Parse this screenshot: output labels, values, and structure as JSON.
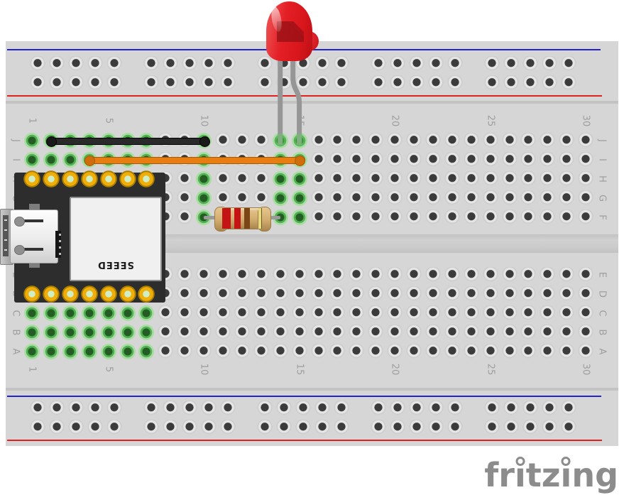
{
  "logo": {
    "text": "fritzing",
    "color": "#8c8c8c"
  },
  "breadboard": {
    "body_color": "#d6d6d6",
    "rail_blue_color": "#2323cb",
    "rail_red_color": "#dd2222",
    "columns": 30,
    "column_label_numbers": [
      1,
      5,
      10,
      15,
      20,
      25,
      30
    ],
    "upper_row_labels": [
      "J",
      "I",
      "H",
      "G",
      "F"
    ],
    "lower_row_labels": [
      "E",
      "D",
      "C",
      "B",
      "A"
    ],
    "rail_hole_groups": 5,
    "holes_per_group": 5,
    "connected_upper_columns": [
      1,
      2,
      3,
      4,
      5,
      6,
      7,
      10,
      14,
      15
    ],
    "connected_lower_columns": [
      1,
      2,
      3,
      4,
      5,
      6,
      7
    ],
    "connected_hole_color": "#53b053"
  },
  "components": {
    "xiao": {
      "name": "Seeeduino XIAO",
      "chip_label": "SEEED",
      "board_color": "#2d2d2d",
      "pin_color": "#efae0a",
      "top_pin_row": "H",
      "bottom_pin_row": "D",
      "pin_columns": [
        1,
        2,
        3,
        4,
        5,
        6,
        7
      ]
    },
    "led": {
      "name": "red-led",
      "color": "#e42026",
      "left_leg_hole": "J14",
      "right_leg_hole": "J15"
    },
    "resistor": {
      "name": "resistor",
      "bands": [
        "red",
        "red",
        "brown",
        "gold"
      ],
      "band_colors": [
        "#c41414",
        "#c41414",
        "#7a4616",
        "#e8d87e"
      ],
      "body_color": "#d2ac6e",
      "from_hole": "F10",
      "to_hole": "F14"
    },
    "wires": [
      {
        "name": "black-wire",
        "color": "#2a2a2a",
        "outline": "#000000",
        "cap_color": "#1a1a1a",
        "from_hole": "J2",
        "to_hole": "J10"
      },
      {
        "name": "orange-wire",
        "color": "#e87d12",
        "outline": "#a85a00",
        "cap_color": "#cf6d0d",
        "from_hole": "I4",
        "to_hole": "I15"
      }
    ]
  }
}
